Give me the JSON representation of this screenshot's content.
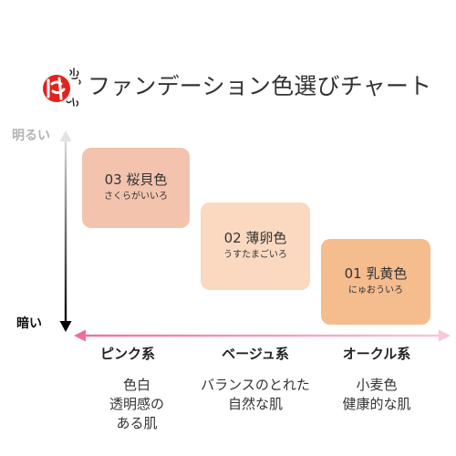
{
  "title": "ファンデーション色選びチャート",
  "axis": {
    "bright_label": "明るい",
    "dark_label": "暗い"
  },
  "swatches": [
    {
      "label": "03 桜貝色",
      "reading": "さくらがいいろ",
      "color": "#f3c3ae"
    },
    {
      "label": "02 薄卵色",
      "reading": "うすたまごいろ",
      "color": "#fbd9c1"
    },
    {
      "label": "01 乳黄色",
      "reading": "にゅおういろ",
      "color": "#f5bc8e"
    }
  ],
  "categories": [
    {
      "name": "ピンク系",
      "desc": [
        "色白",
        "透明感の",
        "ある肌"
      ]
    },
    {
      "name": "ベージュ系",
      "desc": [
        "バランスのとれた",
        "自然な肌"
      ]
    },
    {
      "name": "オークル系",
      "desc": [
        "小麦色",
        "健康的な肌"
      ]
    }
  ],
  "colors": {
    "logo_red": "#e2231c",
    "vertical_axis_top": "#e3e3e3",
    "vertical_axis_bottom": "#000000",
    "horizontal_axis_left": "#f06c9b",
    "horizontal_axis_right": "#f9c7d5"
  }
}
